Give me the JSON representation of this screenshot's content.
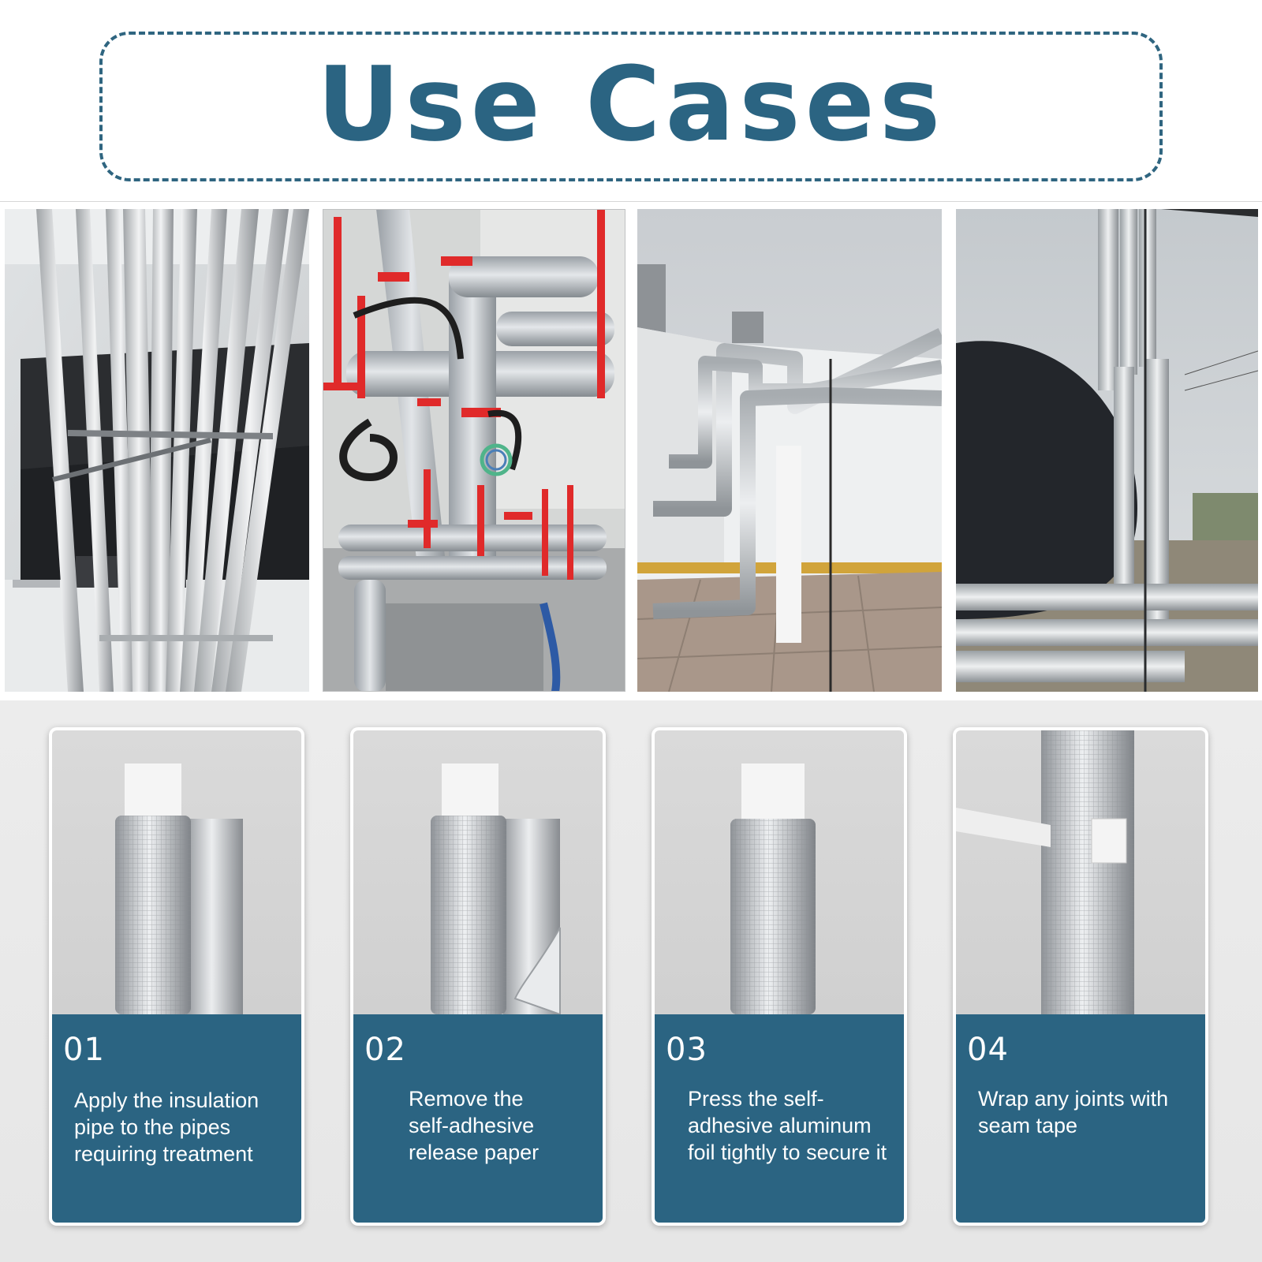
{
  "header": {
    "title": "Use Cases"
  },
  "photos": [
    {
      "label": "ceiling-conduit-photo"
    },
    {
      "label": "insulated-pipes-red-clamps-photo"
    },
    {
      "label": "rooftop-insulated-pipes-photo"
    },
    {
      "label": "tank-insulated-pipes-photo"
    }
  ],
  "steps": [
    {
      "number": "01",
      "text": "Apply the insulation pipe to the pipes requiring treatment"
    },
    {
      "number": "02",
      "text": "Remove the self-adhesive release paper"
    },
    {
      "number": "03",
      "text": "Press the self-adhesive aluminum foil tightly to secure it"
    },
    {
      "number": "04",
      "text": "Wrap any joints with seam tape"
    }
  ],
  "colors": {
    "brand": "#2b6482",
    "panel": "#2b6482",
    "border": "#2f6580"
  }
}
